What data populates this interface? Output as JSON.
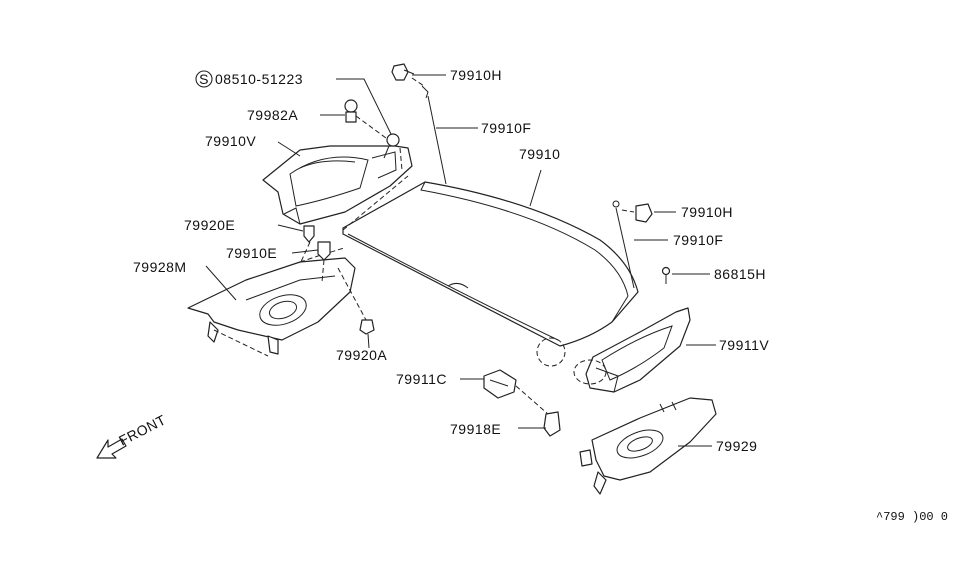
{
  "diagram": {
    "labels": {
      "screw": "08510-51223",
      "clip_upper": "79910H",
      "part_82a": "79982A",
      "rod_left": "79910F",
      "trim_left": "79910V",
      "shelf": "79910",
      "clip_right": "79910H",
      "clip_20e": "79920E",
      "rod_right": "79910F",
      "bracket_10e": "79910E",
      "part_28m": "79928M",
      "part_815h": "86815H",
      "trim_right": "79911V",
      "clip_20a": "79920A",
      "part_11c": "79911C",
      "part_18e": "79918E",
      "part_29": "79929",
      "front": "FRONT"
    },
    "screw_marker": "S",
    "figure_code": "^799 )00 0"
  }
}
